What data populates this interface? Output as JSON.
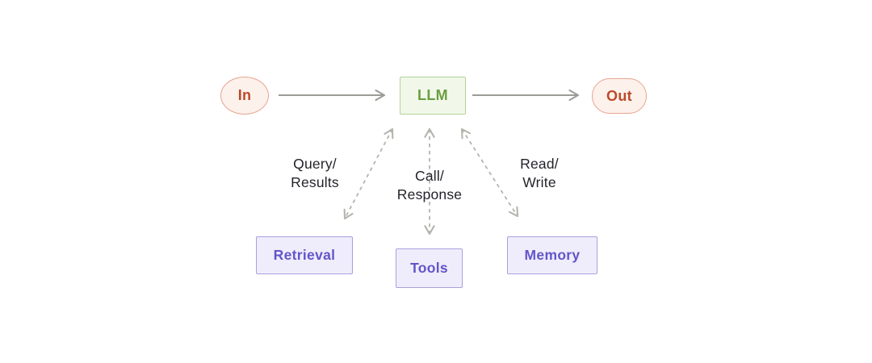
{
  "diagram": {
    "nodes": {
      "in": {
        "label": "In"
      },
      "llm": {
        "label": "LLM"
      },
      "out": {
        "label": "Out"
      },
      "retrieval": {
        "label": "Retrieval"
      },
      "tools": {
        "label": "Tools"
      },
      "memory": {
        "label": "Memory"
      }
    },
    "edges": {
      "query": {
        "line1": "Query/",
        "line2": "Results"
      },
      "call": {
        "line1": "Call/",
        "line2": "Response"
      },
      "read": {
        "line1": "Read/",
        "line2": "Write"
      }
    },
    "colors": {
      "accent_red": "#bc4a2a",
      "accent_red_fill": "#fdf1ec",
      "accent_red_border": "#e8a48f",
      "accent_green": "#6a9e40",
      "accent_green_fill": "#f1f8ea",
      "accent_green_border": "#b2d395",
      "accent_purple": "#6355c9",
      "accent_purple_fill": "#efedfb",
      "accent_purple_border": "#a9a0dd",
      "arrow_solid": "#9c9c96",
      "arrow_dashed": "#b5b4ad",
      "label_text": "#23232b"
    }
  }
}
